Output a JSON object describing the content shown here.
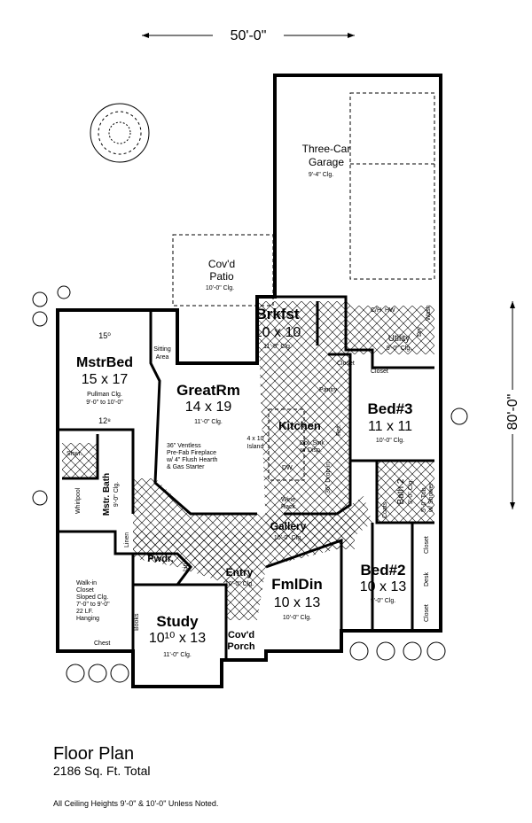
{
  "dimensions": {
    "width": "50'-0\"",
    "depth": "80'-0\""
  },
  "rooms": {
    "garage": {
      "name": "Three-Car",
      "name2": "Garage",
      "ceiling": "9'-4\" Clg."
    },
    "patio": {
      "name": "Cov'd",
      "name2": "Patio",
      "ceiling": "10'-0\" Clg."
    },
    "brkfst": {
      "name": "Brkfst",
      "size": "10 x 10",
      "ceiling": "11'-0\" Clg."
    },
    "utility": {
      "name": "Utility",
      "ceiling": "9'-0\" Clg."
    },
    "mstrbed": {
      "name": "MstrBed",
      "size": "15 x 17",
      "ceiling": "Pullman Clg.",
      "ceiling2": "9'-0\" to 10'-0\"",
      "dim_top": "15⁰",
      "dim_bottom": "12⁸"
    },
    "sitting": {
      "name": "Sitting",
      "name2": "Area"
    },
    "greatrm": {
      "name": "GreatRm",
      "size": "14 x 19",
      "ceiling": "11'-0\" Clg."
    },
    "kitchen": {
      "name": "Kitchen"
    },
    "bed3": {
      "name": "Bed#3",
      "size": "11 x 11",
      "ceiling": "10'-0\" Clg."
    },
    "mstrbath": {
      "name": "Mstr. Bath",
      "ceiling": "9'-0\" Clg."
    },
    "bath2": {
      "name": "Bath 2",
      "ceiling": "9'-0\" Clg."
    },
    "gallery": {
      "name": "Gallery",
      "ceiling": "10'-0\" Clg."
    },
    "pwdr": {
      "name": "Pwdr."
    },
    "entry": {
      "name": "Entry",
      "ceiling": "10'-0\" Clg."
    },
    "fmldin": {
      "name": "FmlDin",
      "size": "10 x 13",
      "ceiling": "10'-0\" Clg."
    },
    "bed2": {
      "name": "Bed#2",
      "size": "10 x 13",
      "ceiling": "9'-0\" Clg."
    },
    "study": {
      "name": "Study",
      "size": "10¹⁰ x 13",
      "ceiling": "11'-0\" Clg."
    },
    "porch": {
      "name": "Cov'd",
      "name2": "Porch"
    },
    "walkin": {
      "lines": [
        "Walk-in",
        "Closet",
        "Sloped Clg.",
        "7'-0\" to 9'-0\"",
        "22 LF.",
        "Hanging"
      ]
    }
  },
  "fixtures": {
    "ch": "C/H",
    "hw": "HW",
    "dry": "Dry",
    "wash": "Wash",
    "closet": "Closet",
    "pantry": "Pantry",
    "ref": "Ref.",
    "dw": "DW",
    "sink": [
      "Dbl. Sink",
      "w/ Disp."
    ],
    "dropin": "36\" Drop-in",
    "wine": [
      "Wine",
      "Rack"
    ],
    "island": [
      "4 x 10",
      "Island"
    ],
    "shwr": "Shwr.",
    "whirlpool": "Whirlpool",
    "linen": "Linen",
    "books": "Books",
    "chest": "Chest",
    "coats": "Coats",
    "desk": "Desk",
    "tub": [
      "5'-0\" Tub",
      "w/ Shower"
    ],
    "lin": "Lin.",
    "fireplace": [
      "36\" Ventless",
      "Pre-Fab Fireplace",
      "w/ 4\" Flush Hearth",
      "& Gas Starter"
    ]
  },
  "caption": {
    "title": "Floor Plan",
    "area": "2186 Sq. Ft. Total",
    "note": "All Ceiling Heights 9'-0\" & 10'-0\" Unless Noted."
  }
}
